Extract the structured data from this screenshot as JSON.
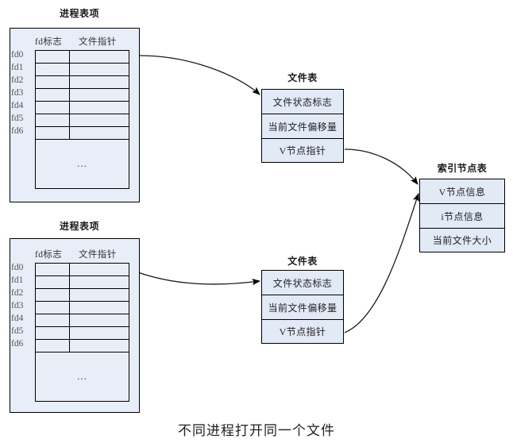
{
  "caption": "不同进程打开同一个文件",
  "process_tables": [
    {
      "title": "进程表项",
      "columns": [
        "fd标志",
        "文件指针"
      ],
      "fd_labels": [
        "fd0",
        "fd1",
        "fd2",
        "fd3",
        "fd4",
        "fd5",
        "fd6"
      ],
      "ellipsis": "..."
    },
    {
      "title": "进程表项",
      "columns": [
        "fd标志",
        "文件指针"
      ],
      "fd_labels": [
        "fd0",
        "fd1",
        "fd2",
        "fd3",
        "fd4",
        "fd5",
        "fd6"
      ],
      "ellipsis": "..."
    }
  ],
  "file_tables": [
    {
      "title": "文件表",
      "cells": [
        "文件状态标志",
        "当前文件偏移量",
        "V节点指针"
      ]
    },
    {
      "title": "文件表",
      "cells": [
        "文件状态标志",
        "当前文件偏移量",
        "V节点指针"
      ]
    }
  ],
  "inode_table": {
    "title": "索引节点表",
    "cells": [
      "V节点信息",
      "i节点信息",
      "当前文件大小"
    ]
  },
  "colors": {
    "panel_fill": "#e8eef8",
    "cell_fill": "#e2eaf6",
    "stroke": "#000000",
    "text": "#222222"
  },
  "arrows": [
    {
      "name": "proc1-fd0-to-filetable1",
      "from": "进程表项 fd0 文件指针",
      "to": "文件表 文件状态标志"
    },
    {
      "name": "filetable1-vnode-to-inode",
      "from": "文件表 V节点指针",
      "to": "索引节点表 V节点信息"
    },
    {
      "name": "proc2-fd0-to-filetable2",
      "from": "进程表项 fd0 文件指针",
      "to": "文件表 文件状态标志"
    },
    {
      "name": "filetable2-vnode-to-inode",
      "from": "文件表 V节点指针",
      "to": "索引节点表 V节点信息"
    }
  ]
}
